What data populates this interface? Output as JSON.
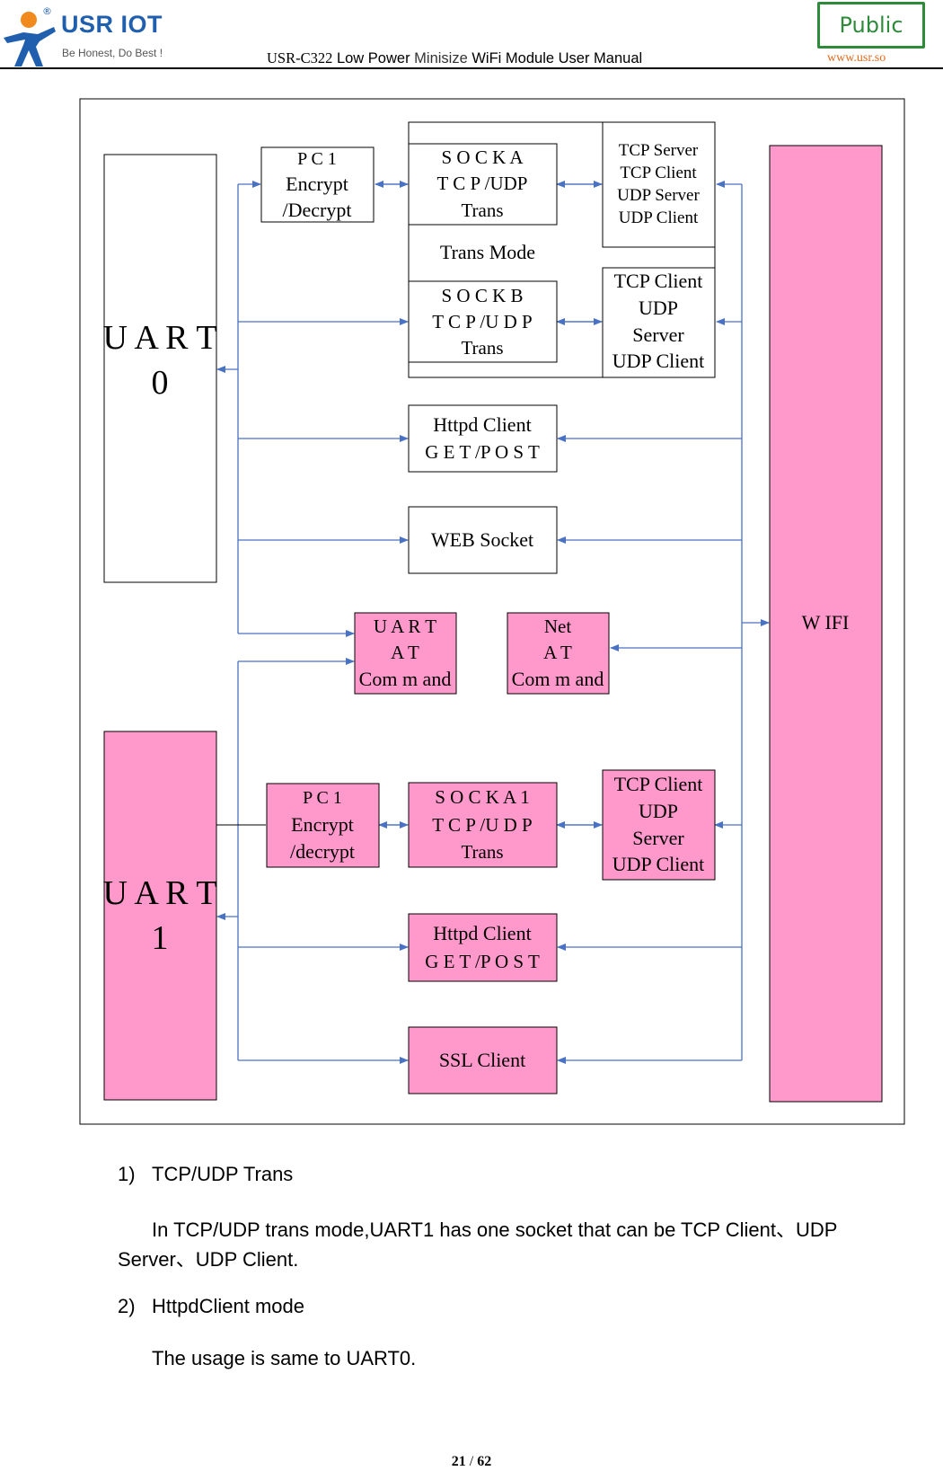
{
  "header": {
    "logo_brand": "USR IOT",
    "logo_registered": "®",
    "logo_slogan": "Be Honest, Do Best !",
    "title_part1": "USR-C322",
    "title_part2": " Low Power ",
    "title_part3": "Minisize",
    "title_part4": " WiFi Module User Manual",
    "badge": "Public",
    "url": "www.usr.so"
  },
  "diagram": {
    "uart0": [
      "U A R T",
      "0"
    ],
    "uart1": [
      "U A R T",
      "1"
    ],
    "wifi": "W IFI",
    "pc1_top": [
      "P C  1",
      "Encrypt",
      "/Decrypt"
    ],
    "socka_top": [
      "S O C K A",
      "T C P /UDP",
      "Trans"
    ],
    "trans_mode": "Trans Mode",
    "socka_modes": [
      "TCP Server",
      "TCP Client",
      "UDP Server",
      "UDP Client"
    ],
    "sockb": [
      "S O C K B",
      "T C P /U D P",
      "Trans"
    ],
    "sockb_modes": [
      "TCP Client",
      "UDP",
      "Server",
      "UDP Client"
    ],
    "httpd_top": [
      "Httpd Client",
      "G E T /P O S T"
    ],
    "websocket": "WEB Socket",
    "uart_at": [
      "U A R T",
      "A T",
      "Com m and"
    ],
    "net_at": [
      "Net",
      "A T",
      "Com m and"
    ],
    "pc1_bottom": [
      "P C  1",
      "Encrypt",
      "/decrypt"
    ],
    "socka1": [
      "S O C K A  1",
      "T C P /U D P",
      "Trans"
    ],
    "socka1_modes": [
      "TCP Client",
      "UDP",
      "Server",
      "UDP Client"
    ],
    "httpd_bottom": [
      "Httpd Client",
      "G E T /P O S T"
    ],
    "ssl": "SSL Client",
    "colors": {
      "pink": "#ff99cc",
      "arrow": "#4a72c4",
      "box_stroke": "#000000"
    }
  },
  "body": {
    "item1_num": "1)",
    "item1_title": "TCP/UDP Trans",
    "item1_para_line1": "In TCP/UDP trans mode,UART1 has one socket that can be TCP Client、UDP",
    "item1_para_line2": "Server、UDP Client.",
    "item2_num": "2)",
    "item2_title": "HttpdClient mode",
    "item2_para": "The usage is same to UART0."
  },
  "footer": {
    "page": "21",
    "sep": " / ",
    "total": "62"
  }
}
